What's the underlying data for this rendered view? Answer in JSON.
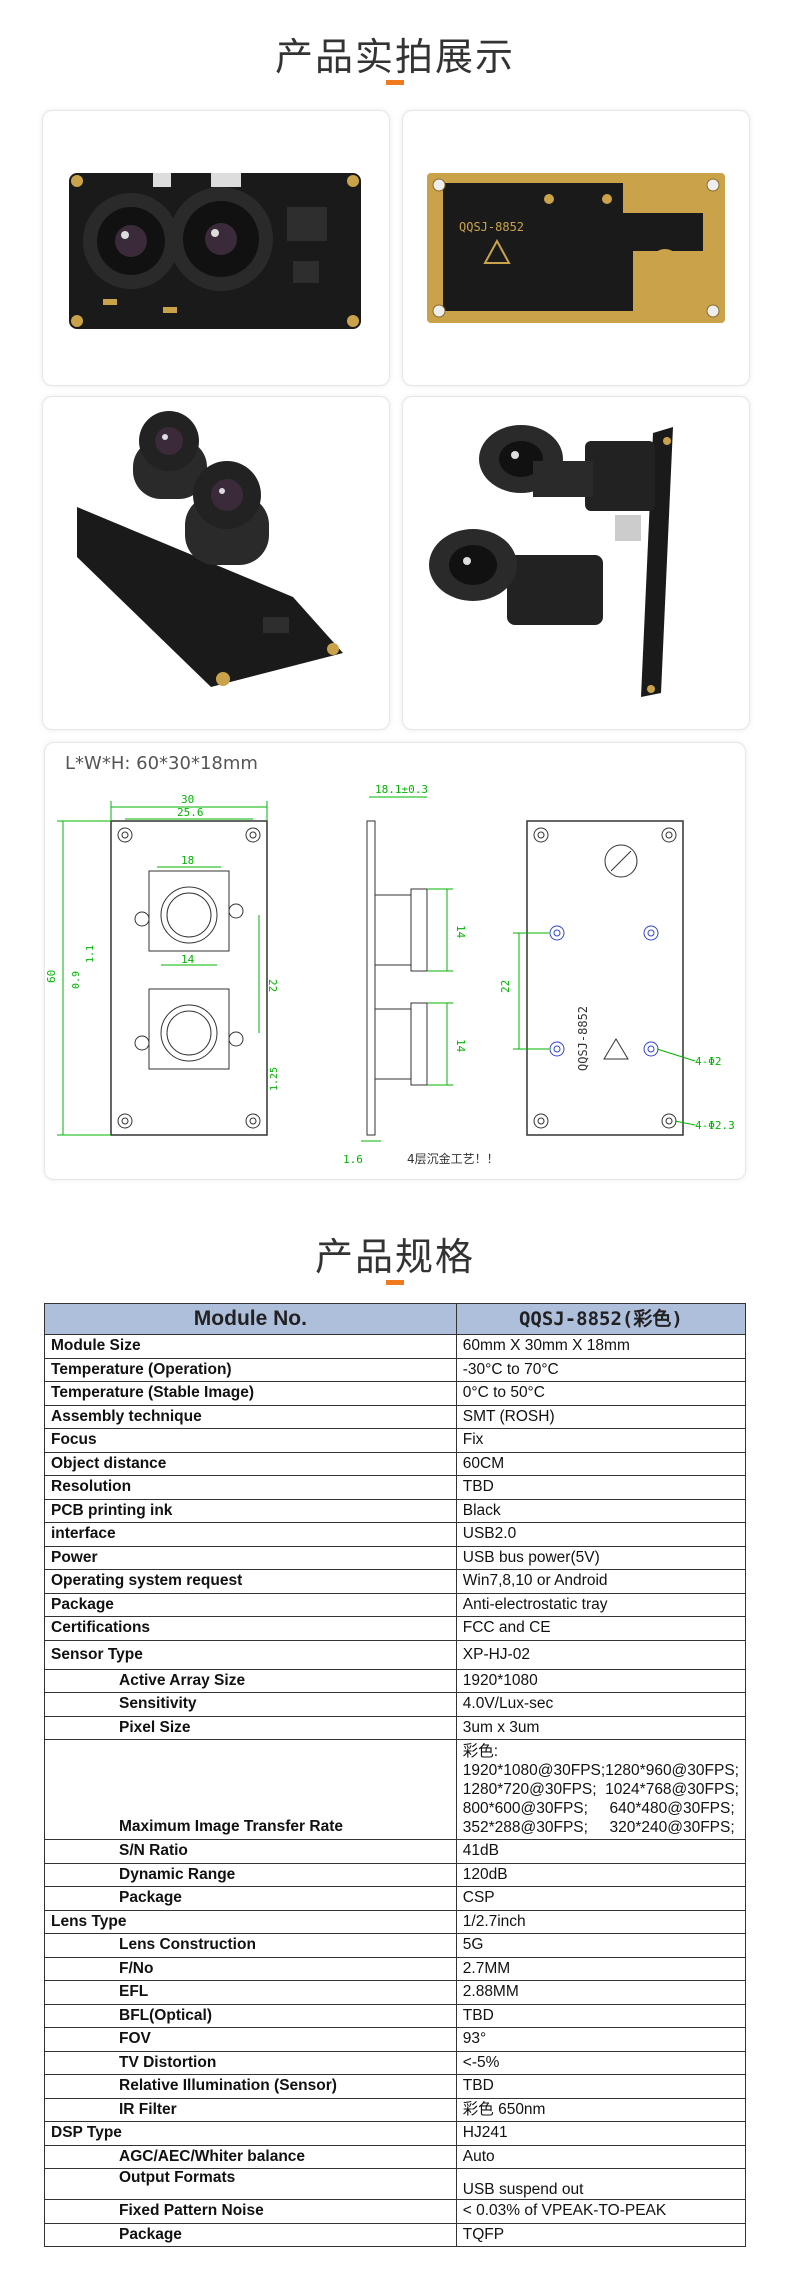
{
  "sections": {
    "photos_title": "产品实拍展示",
    "specs_title": "产品规格"
  },
  "drawing": {
    "size_label": "L*W*H: 60*30*18mm",
    "dim_30": "30",
    "dim_25_6": "25.6",
    "dim_18": "18",
    "dim_14_front": "14",
    "dim_22_front": "22",
    "dim_60": "60",
    "dim_0_9": "0.9",
    "dim_1_1": "1.1",
    "dim_1_25": "1.25",
    "dim_18_1": "18.1±0.3",
    "dim_14_side_a": "14",
    "dim_14_side_b": "14",
    "dim_1_6": "1.6",
    "dim_22_back": "22",
    "dim_4_phi2": "4-Φ2",
    "dim_4_phi2_3": "4-Φ2.3",
    "board_code": "QQSJ-8852",
    "process_note": "4层沉金工艺！！"
  },
  "photos": {
    "board_back_code": "QQSJ-8852"
  },
  "table": {
    "header_key": "Module No.",
    "header_value": "QQSJ-8852(彩色)",
    "rows": [
      {
        "k": "Module Size",
        "v": "60mm X 30mm X 18mm"
      },
      {
        "k": "Temperature (Operation)",
        "v": "-30°C to 70°C"
      },
      {
        "k": "Temperature (Stable Image)",
        "v": "0°C to 50°C"
      },
      {
        "k": "Assembly technique",
        "v": "SMT (ROSH)"
      },
      {
        "k": "Focus",
        "v": "Fix"
      },
      {
        "k": "Object distance",
        "v": "60CM"
      },
      {
        "k": "Resolution",
        "v": "TBD"
      },
      {
        "k": "PCB printing ink",
        "v": "Black"
      },
      {
        "k": "interface",
        "v": "USB2.0"
      },
      {
        "k": "Power",
        "v": "USB bus power(5V)"
      },
      {
        "k": "Operating system request",
        "v": "Win7,8,10 or Android"
      },
      {
        "k": "Package",
        "v": "Anti-electrostatic tray"
      },
      {
        "k": "Certifications",
        "v": "FCC and CE"
      },
      {
        "k": "Sensor Type",
        "v": "XP-HJ-02"
      },
      {
        "k": "Active Array Size",
        "v": "1920*1080"
      },
      {
        "k": "Sensitivity",
        "v": "4.0V/Lux-sec"
      },
      {
        "k": "Pixel Size",
        "v": "3um x 3um"
      },
      {
        "k": "Maximum Image Transfer Rate",
        "v0": "彩色:",
        "v1": "1920*1080@30FPS;1280*960@30FPS;",
        "v2": "1280*720@30FPS;  1024*768@30FPS;",
        "v3": "800*600@30FPS;     640*480@30FPS;",
        "v4": "352*288@30FPS;     320*240@30FPS;"
      },
      {
        "k": "S/N Ratio",
        "v": "41dB"
      },
      {
        "k": "Dynamic Range",
        "v": "120dB"
      },
      {
        "k": "Package",
        "v": "CSP"
      },
      {
        "k": "Lens Type",
        "v": "1/2.7inch"
      },
      {
        "k": "Lens Construction",
        "v": "5G"
      },
      {
        "k": "F/No",
        "v": "2.7MM"
      },
      {
        "k": "EFL",
        "v": "2.88MM"
      },
      {
        "k": "BFL(Optical)",
        "v": "TBD"
      },
      {
        "k": "FOV",
        "v": "93°"
      },
      {
        "k": "TV Distortion",
        "v": "<-5%"
      },
      {
        "k": "Relative Illumination (Sensor)",
        "v": "TBD"
      },
      {
        "k": "IR Filter",
        "v": "彩色 650nm"
      },
      {
        "k": "DSP Type",
        "v": "HJ241"
      },
      {
        "k": "AGC/AEC/Whiter balance",
        "v": "Auto"
      },
      {
        "k": "Output Formats",
        "v": "USB suspend out"
      },
      {
        "k": "Fixed Pattern Noise",
        "v": "< 0.03% of VPEAK-TO-PEAK"
      },
      {
        "k": "Package",
        "v": "TQFP"
      }
    ]
  },
  "colors": {
    "accent": "#f07b1e",
    "table_header": "#aebfdc",
    "dimension_green": "#00b400",
    "pcb_black": "#1a1a1a",
    "pcb_gold": "#c9a24a"
  }
}
